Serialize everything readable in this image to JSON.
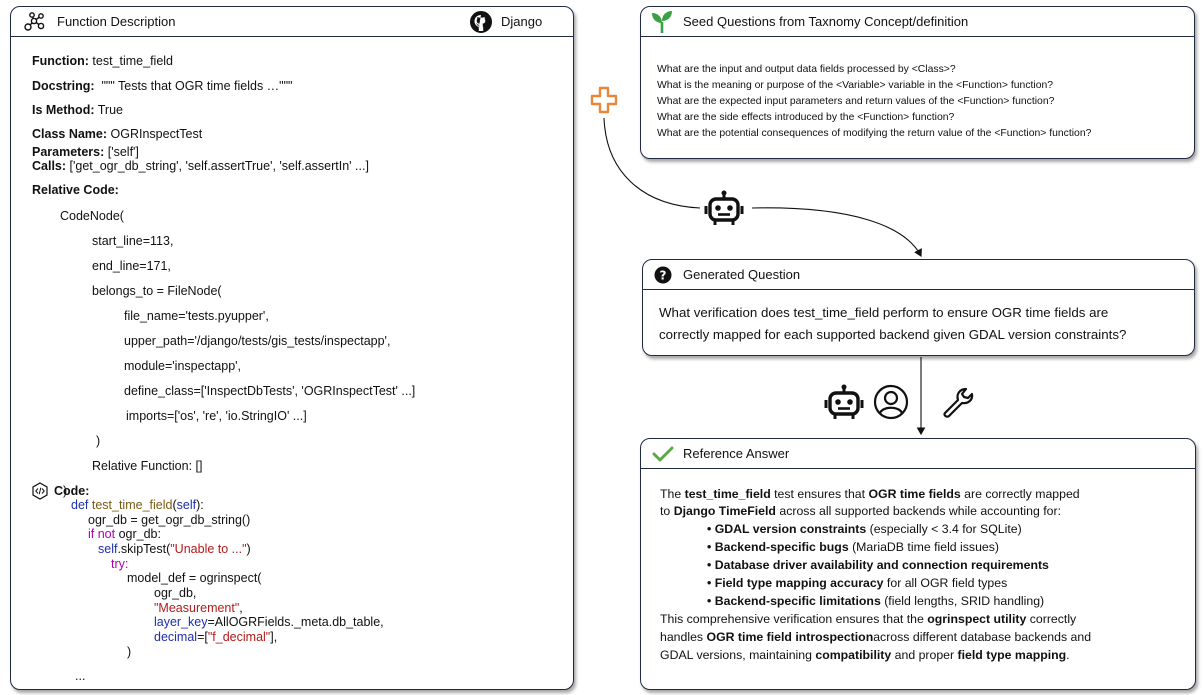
{
  "left_panel": {
    "title": "Function Description",
    "badge": "Django",
    "function": {
      "label": "Function:",
      "value": " test_time_field"
    },
    "docstring": {
      "label": "Docstring:",
      "value": "  \"\"\" Tests that OGR time fields …\"\"\""
    },
    "is_method": {
      "label": "Is Method:",
      "value": " True"
    },
    "class_name": {
      "label": "Class Name:",
      "value": " OGRInspectTest"
    },
    "parameters": {
      "label": "Parameters:",
      "value": " ['self']"
    },
    "calls": {
      "label": "Calls:",
      "value": " ['get_ogr_db_string', 'self.assertTrue', 'self.assertIn' ...]"
    },
    "relative_code_label": "Relative Code:",
    "relative_code": {
      "l1": "CodeNode(",
      "l2": "start_line=113,",
      "l3": "end_line=171,",
      "l4": "belongs_to = FileNode(",
      "l5": "file_name='tests.pyupper',",
      "l6": "upper_path='/django/tests/gis_tests/inspectapp',",
      "l7": "module='inspectapp',",
      "l8": "define_class=['InspectDbTests', 'OGRInspectTest' ...]",
      "l9": "imports=['os', 're', 'io.StringIO' ...]",
      "l10": ")",
      "l11": "Relative Function: []",
      "l12": ")"
    },
    "code_label": "Code:",
    "code": {
      "def_kw": "def ",
      "def_name": "test_time_field",
      "def_open": "(",
      "def_self": "self",
      "def_close": "):",
      "c2": "ogr_db = get_ogr_db_string()",
      "c3_if": "if not",
      "c3_rest": " ogr_db:",
      "c4_self": "self",
      "c4_mid": ".skipTest(",
      "c4_str": "\"Unable to ...\"",
      "c4_end": ")",
      "c5": "try:",
      "c6": "model_def = ogrinspect(",
      "c7": "ogr_db,",
      "c8": "\"Measurement\"",
      "c8_end": ",",
      "c9_key": "layer_key",
      "c9_rest": "=AllOGRFields._meta.db_table,",
      "c10_key": "decimal",
      "c10_eq": "=[",
      "c10_str": "\"f_decimal\"",
      "c10_end": "],",
      "c11": ")",
      "c12": "..."
    }
  },
  "seed_panel": {
    "title": "Seed Questions from Taxnomy Concept/definition",
    "questions": [
      "What are the input and output data fields processed by <Class>?",
      "What is the meaning or purpose of the <Variable> variable in the <Function> function?",
      "What are the expected input parameters and return values of the <Function> function?",
      "What are the side effects introduced by the <Function> function?",
      "What are the potential consequences of modifying the return value of the <Function> function?"
    ]
  },
  "generated_panel": {
    "title": "Generated Question",
    "line1": "What verification does test_time_field perform to ensure OGR time fields are",
    "line2": "correctly mapped for each supported backend given GDAL version constraints?"
  },
  "reference_panel": {
    "title": "Reference Answer",
    "p1a": "The ",
    "p1b": "test_time_field",
    "p1c": " test ensures that ",
    "p1d": "OGR time fields",
    "p1e": " are correctly mapped",
    "p2a": "to ",
    "p2b": "Django TimeField",
    "p2c": " across all supported backends while accounting for:",
    "b1a": "• GDAL version constraints",
    "b1b": " (especially < 3.4 for SQLite)",
    "b2a": "• Backend-specific bugs",
    "b2b": " (MariaDB time field issues)",
    "b3a": "• Database driver availability and connection requirements",
    "b4a": "• Field type mapping accuracy",
    "b4b": " for all OGR field types",
    "b5a": "• Backend-specific limitations",
    "b5b": " (field lengths, SRID handling)",
    "s1a": "This comprehensive verification ensures that the ",
    "s1b": "ogrinspect utility",
    "s1c": " correctly",
    "s2a": "handles ",
    "s2b": "OGR time field introspection",
    "s2c": "across different database backends and",
    "s3a": "GDAL versions, maintaining ",
    "s3b": "compatibility",
    "s3c": " and proper ",
    "s3d": "field type mapping",
    "s3e": "."
  },
  "colors": {
    "border": "#1f2a44",
    "plus_icon": "#e8873a",
    "sprout_icon": "#3aa046",
    "check_icon": "#5aa846",
    "keyword_blue": "#1c2fb0",
    "control_purple": "#b000b0",
    "string_red": "#b21b1b",
    "function_brown": "#7a5b16"
  },
  "icons": [
    "graph-icon",
    "github-icon",
    "sprout-icon",
    "plus-icon",
    "robot-icon",
    "question-icon",
    "user-icon",
    "wrench-icon",
    "check-icon",
    "code-icon"
  ]
}
